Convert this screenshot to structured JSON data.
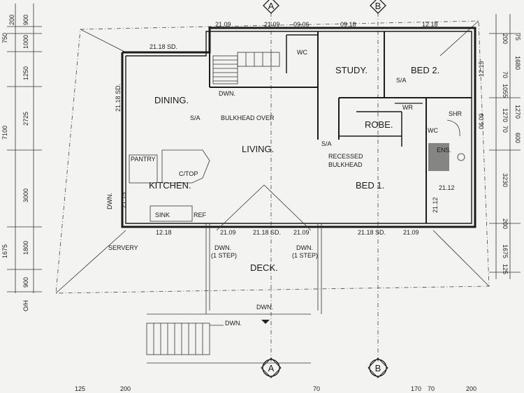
{
  "gridlines": {
    "a": "A",
    "b": "B"
  },
  "rooms": {
    "dining": "DINING.",
    "kitchen": "KITCHEN.",
    "living": "LIVING.",
    "study": "STUDY.",
    "bed2": "BED 2.",
    "bed1": "BED 1.",
    "robe": "ROBE.",
    "deck": "DECK.",
    "ens": "ENS."
  },
  "annotations": {
    "sa_bulkhead": "S/A",
    "bulkhead_over": "BULKHEAD OVER",
    "recessed": "RECESSED",
    "bulkhead": "BULKHEAD",
    "sa_bed1": "S/A",
    "sa_bed2": "S/A",
    "pantry": "PANTRY",
    "ctop": "C/TOP",
    "sink": "SINK",
    "ref": "REF",
    "wc": "WC",
    "wr": "WR",
    "shr": "SHR",
    "wc2": "WC",
    "servery": "SERVERY",
    "dwn_stair_top": "DWN.",
    "dwn_left_step": "DWN.",
    "one_step_left": "(1 STEP)",
    "dwn_right_step": "DWN.",
    "one_step_right": "(1 STEP)",
    "dwn_deck": "DWN.",
    "dwn_stair_bottom": "DWN.",
    "dwn_kitchen": "DWN."
  },
  "levels": {
    "l1": "21.18 SD.",
    "l2": "21.09",
    "l3": "21.09",
    "l4": "09.06",
    "l5": "09.18",
    "l6": "12.18",
    "l7": "21.18 SD.",
    "l8": "21.09",
    "l9": "21.18 SD.",
    "l10": "21.09",
    "l11": "21.18 SD.",
    "l12": "21.09",
    "l13": "12.18",
    "l14": "21.12",
    "l15": "21.12",
    "l16": "12.15",
    "l17": "06.09",
    "l18": "21.15"
  },
  "left_dimensions": {
    "d1": "750",
    "d2": "200",
    "d3": "900",
    "d4": "1000",
    "d5": "1250",
    "d6": "2725",
    "d7": "7100",
    "d8": "3000",
    "d9": "1800",
    "d10": "1675",
    "d11": "900",
    "d12": "O/H"
  },
  "right_dimensions": {
    "r1": "200",
    "r2": "1680",
    "r3": "75",
    "r4": "70",
    "r5": "1055",
    "r6": "1270",
    "r7": "70",
    "r8": "600",
    "r9": "1270",
    "r10": "3230",
    "r11": "200",
    "r12": "1675",
    "r13": "125"
  },
  "bottom_dimensions": {
    "b1": "125",
    "b2": "200",
    "b3": "70",
    "b4": "170",
    "b5": "70",
    "b6": "200"
  }
}
